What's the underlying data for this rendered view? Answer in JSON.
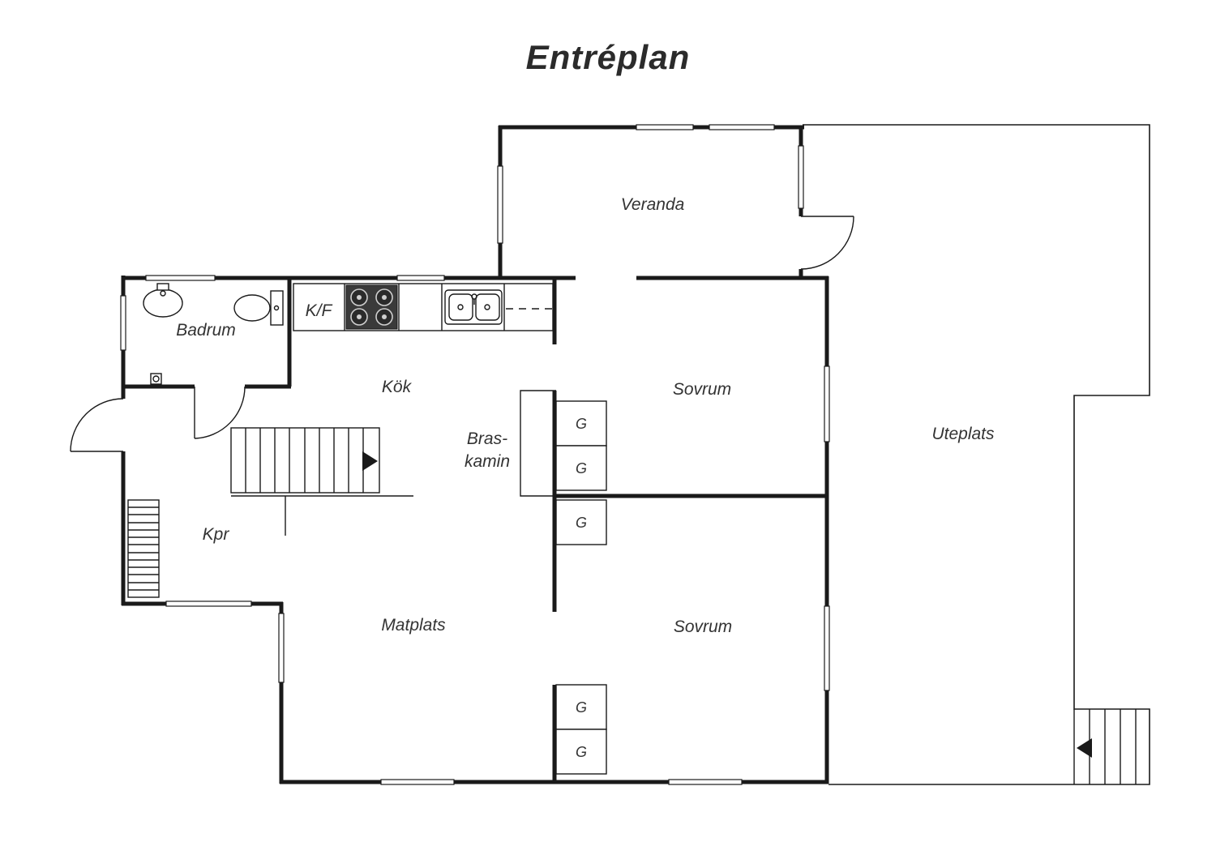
{
  "title": "Entréplan",
  "rooms": {
    "veranda": "Veranda",
    "badrum": "Badrum",
    "kf": "K/F",
    "kok": "Kök",
    "sovrum_upper": "Sovrum",
    "braskamin_line1": "Bras-",
    "braskamin_line2": "kamin",
    "uteplats": "Uteplats",
    "kpr": "Kpr",
    "matplats": "Matplats",
    "sovrum_lower": "Sovrum",
    "garderob": "G"
  },
  "colors": {
    "wall": "#1a1a1a",
    "label": "#333333",
    "background": "#ffffff"
  }
}
